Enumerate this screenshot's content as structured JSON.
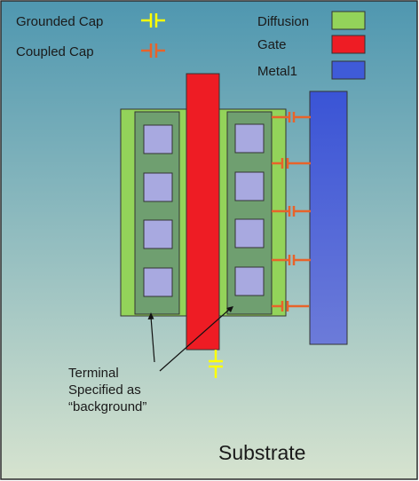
{
  "legend": {
    "grounded_cap": "Grounded Cap",
    "coupled_cap": "Coupled Cap",
    "diffusion": "Diffusion",
    "gate": "Gate",
    "metal1": "Metal1"
  },
  "annotation": {
    "line1": "Terminal",
    "line2": "Specified as",
    "line3": "“background”"
  },
  "substrate_label": "Substrate",
  "colors": {
    "background_top": "#4f97b0",
    "background_bottom": "#d6e3cf",
    "diffusion": "#93d35a",
    "diffusion_terminal": "#6f9f70",
    "gate": "#ee1c24",
    "metal1": "#3f5bd8",
    "contact": "#a8a9e0",
    "grounded_cap": "#ffff00",
    "coupled_cap": "#e8632a"
  },
  "icons": {
    "grounded_cap": "capacitor-icon",
    "coupled_cap": "capacitor-icon"
  }
}
